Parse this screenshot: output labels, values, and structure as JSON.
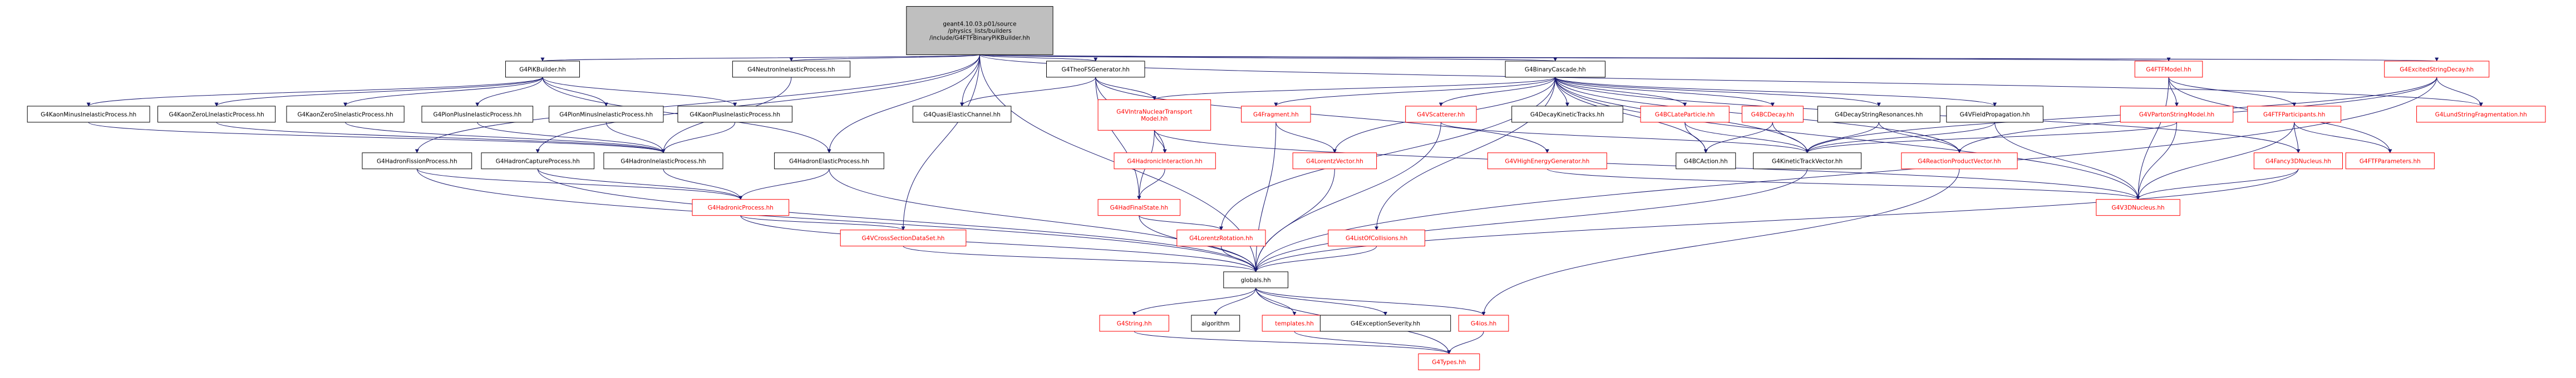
{
  "root": [
    "geant4.10.03.p01/source",
    "/physics_lists/builders",
    "/include/G4FTFBinaryPiKBuilder.hh"
  ],
  "nodes": {
    "piKBuilder": "G4PiKBuilder.hh",
    "neutronInelastic": "G4NeutronInelasticProcess.hh",
    "theoFSGen": "G4TheoFSGenerator.hh",
    "binaryCascade": "G4BinaryCascade.hh",
    "ftfModel": "G4FTFModel.hh",
    "excitedStringDecay": "G4ExcitedStringDecay.hh",
    "kaonMinusInel": "G4KaonMinusInelasticProcess.hh",
    "kaonZeroLInel": "G4KaonZeroLInelasticProcess.hh",
    "kaonZeroSInel": "G4KaonZeroSInelasticProcess.hh",
    "pionPlusInel": "G4PionPlusInelasticProcess.hh",
    "pionMinusInel": "G4PionMinusInelasticProcess.hh",
    "kaonPlusInel": "G4KaonPlusInelasticProcess.hh",
    "quasiElastic": "G4QuasiElasticChannel.hh",
    "vIntraNuclear": [
      "G4VIntraNuclearTransport",
      "Model.hh"
    ],
    "fragment": "G4Fragment.hh",
    "vScatterer": "G4VScatterer.hh",
    "decayKinTracks": "G4DecayKineticTracks.hh",
    "bcLateParticle": "G4BCLateParticle.hh",
    "bcDecay": "G4BCDecay.hh",
    "decayStringRes": "G4DecayStringResonances.hh",
    "v3DNucleusTop": "",
    "fieldProp": "G4VFieldPropagation.hh",
    "vPartonStringModel": "G4VPartonStringModel.hh",
    "ftfParticipants": "G4FTFParticipants.hh",
    "lundString": "G4LundStringFragmentation.hh",
    "hadronFission": "G4HadronFissionProcess.hh",
    "hadronCapture": "G4HadronCaptureProcess.hh",
    "hadronInelastic": "G4HadronInelasticProcess.hh",
    "hadronElastic": "G4HadronElasticProcess.hh",
    "hadronicInteraction": "G4HadronicInteraction.hh",
    "lorentzVector": "G4LorentzVector.hh",
    "bcAction": "G4BCAction.hh",
    "kineticTrackVector": "G4KineticTrackVector.hh",
    "highEnergyGen": "G4VHighEnergyGenerator.hh",
    "reactionProductVector": "G4ReactionProductVector.hh",
    "fancy3DNucleus": "G4Fancy3DNucleus.hh",
    "ftfParameters": "G4FTFParameters.hh",
    "hadronicProcess": "G4HadronicProcess.hh",
    "hadFinalState": "G4HadFinalState.hh",
    "v3DNucleus": "G4V3DNucleus.hh",
    "vCrossSection": "G4VCrossSectionDataSet.hh",
    "lorentzRotation": "G4LorentzRotation.hh",
    "listOfCollisions": "G4ListOfCollisions.hh",
    "globals": "globals.hh",
    "g4string": "G4String.hh",
    "algorithm": "algorithm",
    "templates": "templates.hh",
    "exceptionSeverity": "G4ExceptionSeverity.hh",
    "g4ios": "G4ios.hh",
    "g4types": "G4Types.hh"
  },
  "colors": {
    "root_fill": "#bfbfbf",
    "edge": "#191970",
    "red_text": "#ff0000"
  }
}
